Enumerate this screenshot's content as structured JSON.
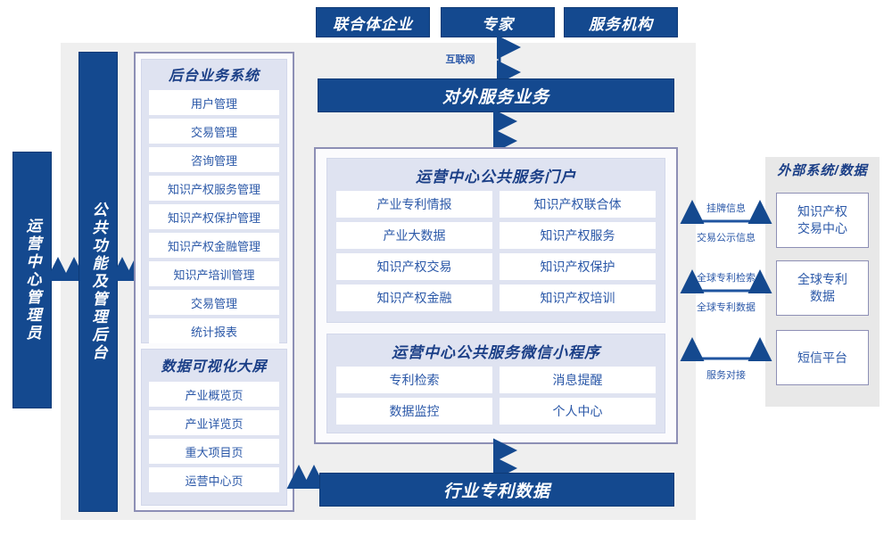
{
  "diagram": {
    "title_hidden": "",
    "colors": {
      "navy": "#14498f",
      "panel_gray": "#efefef",
      "panel_gray_2": "#e8e8e8",
      "group_lavender": "#dfe3f1",
      "cell_white": "#ffffff",
      "text_blue": "#2b58a8",
      "title_blue": "#1b3f87",
      "border_purple": "#8d8fb5"
    }
  },
  "top_actors": [
    {
      "label": "联合体企业"
    },
    {
      "label": "专家"
    },
    {
      "label": "服务机构"
    }
  ],
  "connectors": {
    "internet": "互联网",
    "external": [
      {
        "above": "挂牌信息",
        "below": "交易公示信息"
      },
      {
        "above": "全球专利检索",
        "below": "全球专利数据"
      },
      {
        "above": "",
        "below": "服务对接"
      }
    ]
  },
  "external_service_bar": {
    "label": "对外服务业务"
  },
  "bottom_bar": {
    "label": "行业专利数据"
  },
  "left_rail": {
    "admin": {
      "label": "运营中心管理员"
    },
    "common": {
      "label": "公共功能及管理后台"
    }
  },
  "backend_system": {
    "title": "后台业务系统",
    "items": [
      "用户管理",
      "交易管理",
      "咨询管理",
      "知识产权服务管理",
      "知识产权保护管理",
      "知识产权金融管理",
      "知识产培训管理",
      "交易管理",
      "统计报表"
    ]
  },
  "data_visualization": {
    "title": "数据可视化大屏",
    "items": [
      "产业概览页",
      "产业详览页",
      "重大项目页",
      "运营中心页"
    ]
  },
  "public_portal": {
    "title": "运营中心公共服务门户",
    "items": [
      "产业专利情报",
      "知识产权联合体",
      "产业大数据",
      "知识产权服务",
      "知识产权交易",
      "知识产权保护",
      "知识产权金融",
      "知识产权培训"
    ]
  },
  "wechat_miniprogram": {
    "title": "运营中心公共服务微信小程序",
    "items": [
      "专利检索",
      "消息提醒",
      "数据监控",
      "个人中心"
    ]
  },
  "external_systems": {
    "title": "外部系统/数据",
    "items": [
      "知识产权\n交易中心",
      "全球专利\n数据",
      "短信平台"
    ]
  }
}
